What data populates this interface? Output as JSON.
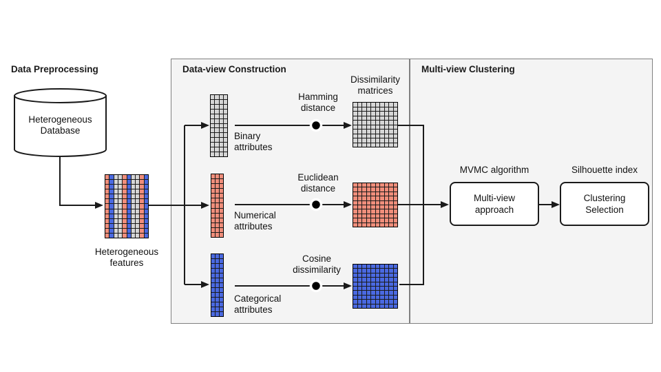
{
  "colors": {
    "salmon": "#F08E7B",
    "blue": "#4A69E1",
    "gray": "#D6D6D6",
    "grid_line": "#1A1A1A",
    "panel_bg": "#F4F4F4",
    "panel_border": "#7F7F7F",
    "stroke": "#000000"
  },
  "icons": {
    "database": "cylinder-shape",
    "distance_operator": "filled-circle-with-white-ring"
  },
  "preprocessing": {
    "title": "Data Preprocessing",
    "database_label": "Heterogeneous\nDatabase",
    "features_caption": "Heterogeneous\nfeatures",
    "features_matrix": {
      "rows": 13,
      "cols": 10,
      "column_colors": [
        "#F08E7B",
        "#4A69E1",
        "#D6D6D6",
        "#D6D6D6",
        "#F08E7B",
        "#4A69E1",
        "#D6D6D6",
        "#D6D6D6",
        "#F08E7B",
        "#4A69E1"
      ]
    }
  },
  "data_view": {
    "title": "Data-view Construction",
    "matrices_caption": "Dissimilarity\nmatrices",
    "rows": [
      {
        "attribute_label": "Binary\nattributes",
        "distance_label": "Hamming\ndistance",
        "attr_matrix": {
          "rows": 13,
          "cols": 4,
          "color": "#D6D6D6"
        },
        "diss_matrix": {
          "rows": 10,
          "cols": 10,
          "color": "#D6D6D6"
        }
      },
      {
        "attribute_label": "Numerical\nattributes",
        "distance_label": "Euclidean\ndistance",
        "attr_matrix": {
          "rows": 13,
          "cols": 3,
          "color": "#F08E7B"
        },
        "diss_matrix": {
          "rows": 10,
          "cols": 10,
          "color": "#F08E7B"
        }
      },
      {
        "attribute_label": "Categorical\nattributes",
        "distance_label": "Cosine\ndissimilarity",
        "attr_matrix": {
          "rows": 13,
          "cols": 3,
          "color": "#4A69E1"
        },
        "diss_matrix": {
          "rows": 10,
          "cols": 10,
          "color": "#4A69E1"
        }
      }
    ]
  },
  "clustering": {
    "title": "Multi-view Clustering",
    "algorithm_caption": "MVMC algorithm",
    "algorithm_box_label": "Multi-view\napproach",
    "index_caption": "Silhouette index",
    "index_box_label": "Clustering\nSelection"
  }
}
